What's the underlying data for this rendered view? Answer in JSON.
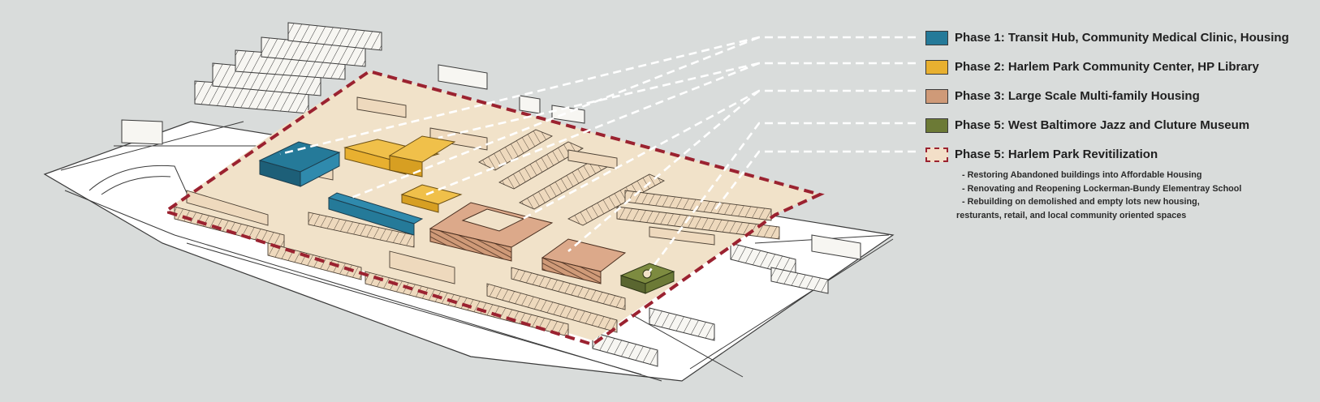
{
  "colors": {
    "background": "#d9dcdb",
    "ground": "#f1e2c9",
    "phase1": "#257a99",
    "phase2": "#e8b030",
    "phase3": "#cf9a78",
    "phase5_museum": "#6c7a36",
    "phase5_area": "#f3dfc8",
    "boundary": "#9b2230"
  },
  "legend": [
    {
      "id": "phase1",
      "label": "Phase 1: Transit Hub,  Community Medical Clinic, Housing",
      "color": "#257a99",
      "style": "solid"
    },
    {
      "id": "phase2",
      "label": "Phase 2: Harlem Park Community Center, HP Library",
      "color": "#e8b030",
      "style": "solid"
    },
    {
      "id": "phase3",
      "label": "Phase 3: Large Scale Multi-family Housing",
      "color": "#cf9a78",
      "style": "solid"
    },
    {
      "id": "phase5-museum",
      "label": "Phase 5: West Baltimore Jazz and Cluture Museum",
      "color": "#6c7a36",
      "style": "solid"
    },
    {
      "id": "phase5-revitalization",
      "label": "Phase 5: Harlem Park Revitilization",
      "color": "#f3dfc8",
      "style": "dashed"
    }
  ],
  "revitalization_notes": [
    "- Restoring Abandoned buildings into Affordable Housing",
    "- Renovating and Reopening Lockerman-Bundy Elementray School",
    "- Rebuilding on demolished and empty lots new housing,",
    "resturants, retail, and local community oriented spaces"
  ]
}
